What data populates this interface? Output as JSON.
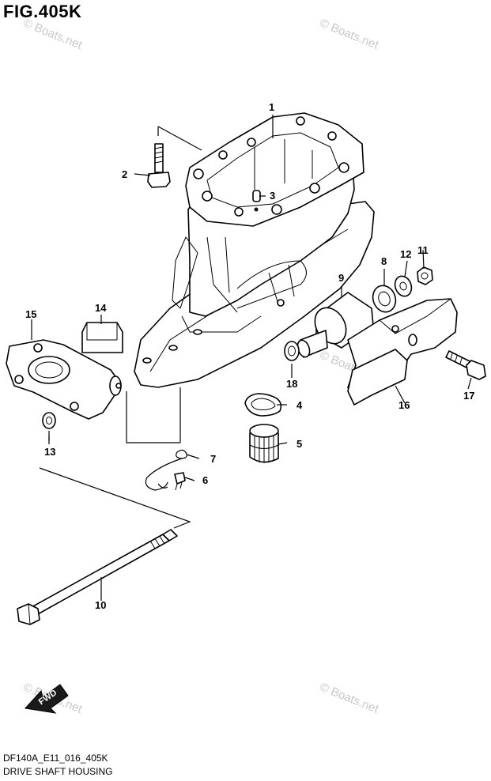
{
  "figure": {
    "title": "FIG.405K",
    "code": "DF140A_E11_016_405K",
    "name": "DRIVE SHAFT HOUSING"
  },
  "watermark": "© Boats.net",
  "direction_label": "FWD",
  "callouts": [
    "1",
    "2",
    "3",
    "4",
    "5",
    "6",
    "7",
    "8",
    "9",
    "10",
    "11",
    "12",
    "13",
    "14",
    "15",
    "16",
    "17",
    "18"
  ]
}
